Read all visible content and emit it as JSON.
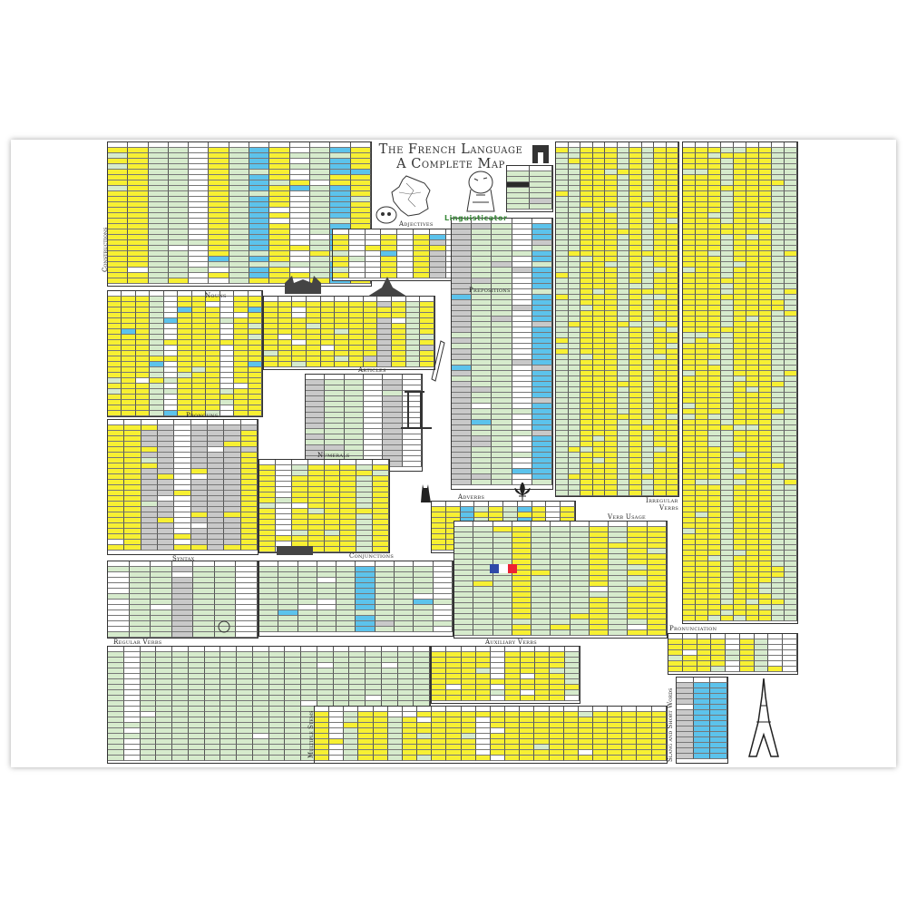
{
  "poster": {
    "title_line1": "The French Language",
    "title_line2": "A Complete Map",
    "brand": "Linguisticator",
    "sections": {
      "constructions": "Constructions",
      "adjectives": "Adjectives",
      "prepositions": "Prepositions",
      "nouns": "Nouns",
      "articles": "Articles",
      "pronouns": "Pronouns",
      "numerals": "Numerals",
      "adverbs": "Adverbs",
      "conjunctions": "Conjunctions",
      "syntax": "Syntax",
      "verb_usage": "Verb Usage",
      "irregular_verbs_1": "Irregular",
      "irregular_verbs_2": "Verbs",
      "pronunciation": "Pronunciation",
      "regular_verbs": "Regular Verbs",
      "auxiliary_verbs": "Auxiliary Verbs",
      "multiple_stems": "Multiple Stems",
      "slang": "Slang and Short Words"
    }
  },
  "colors": {
    "yellow": "#f7f032",
    "green": "#d6ebcc",
    "blue": "#5cc3ec",
    "gray": "#c9c9c9",
    "white": "#ffffff",
    "dark": "#2a2a2a"
  }
}
